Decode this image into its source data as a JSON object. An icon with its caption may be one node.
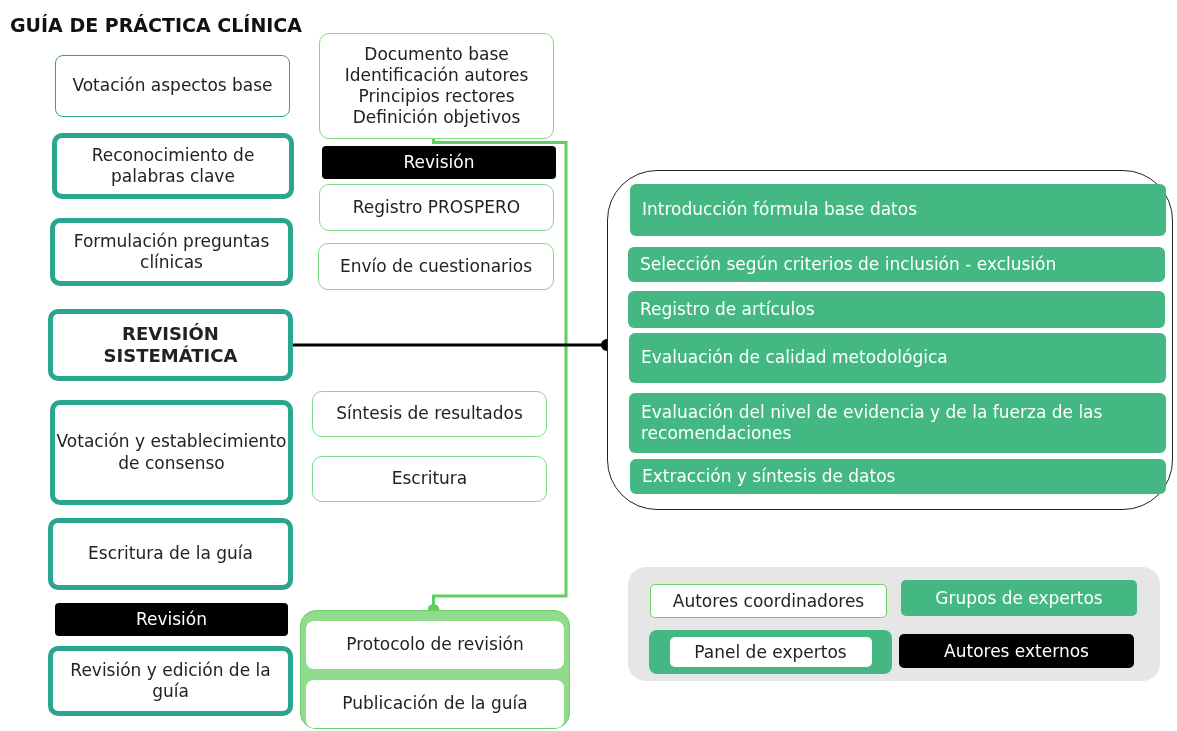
{
  "diagram": {
    "title": "GUÍA DE PRÁCTICA CLÍNICA",
    "nodes": [
      {
        "text": [
          "Votación aspectos base"
        ]
      },
      {
        "text": [
          "Reconocimiento de palabras clave"
        ]
      },
      {
        "text": [
          "Formulación preguntas clínicas"
        ]
      },
      {
        "text": [
          "REVISIÓN SISTEMÁTICA"
        ]
      },
      {
        "text": [
          "Votación y establecimiento de consenso"
        ]
      },
      {
        "text": [
          "Escritura de la guía"
        ]
      },
      {
        "text": [
          "Revisión"
        ]
      },
      {
        "text": [
          "Revisión y edición de la guía"
        ]
      },
      {
        "text": [
          "Documento base",
          "Identificación autores",
          "Principios rectores",
          "Definición objetivos"
        ]
      },
      {
        "text": [
          "Revisión"
        ]
      },
      {
        "text": [
          "Registro PROSPERO"
        ]
      },
      {
        "text": [
          "Envío de cuestionarios"
        ]
      },
      {
        "text": [
          "Síntesis de resultados"
        ]
      },
      {
        "text": [
          "Escritura"
        ]
      },
      {
        "text": [],
        "shape": "box"
      },
      {
        "text": [
          "Protocolo de revisión"
        ],
        "in": 14
      },
      {
        "text": [
          "Publicación de la guía"
        ],
        "in": 14
      },
      {
        "text": [],
        "shape": "box"
      },
      {
        "text": [
          "Introducción fórmula base datos"
        ],
        "in": 17
      },
      {
        "text": [
          "Selección según criterios de inclusión - exclusión"
        ],
        "in": 17
      },
      {
        "text": [
          "Registro de artículos"
        ],
        "in": 17
      },
      {
        "text": [
          "Evaluación de calidad metodológica"
        ],
        "in": 17
      },
      {
        "text": [
          "Evaluación del nivel de evidencia y de la fuerza de las recomendaciones"
        ],
        "in": 17
      },
      {
        "text": [
          "Extracción y síntesis de datos"
        ],
        "in": 17
      }
    ],
    "edges": [
      {
        "from": 8,
        "to": 14,
        "arrow": "other",
        "color": "#5fcf5f"
      },
      {
        "from": 3,
        "to": 17,
        "arrow": "other",
        "color": "#000000"
      }
    ],
    "legend": [
      {
        "text": "Autores coordinadores"
      },
      {
        "text": "Grupos de expertos",
        "color": "#43b883"
      },
      {
        "text": "Panel de expertos"
      },
      {
        "text": "Autores externos",
        "color": "#000000"
      }
    ]
  }
}
